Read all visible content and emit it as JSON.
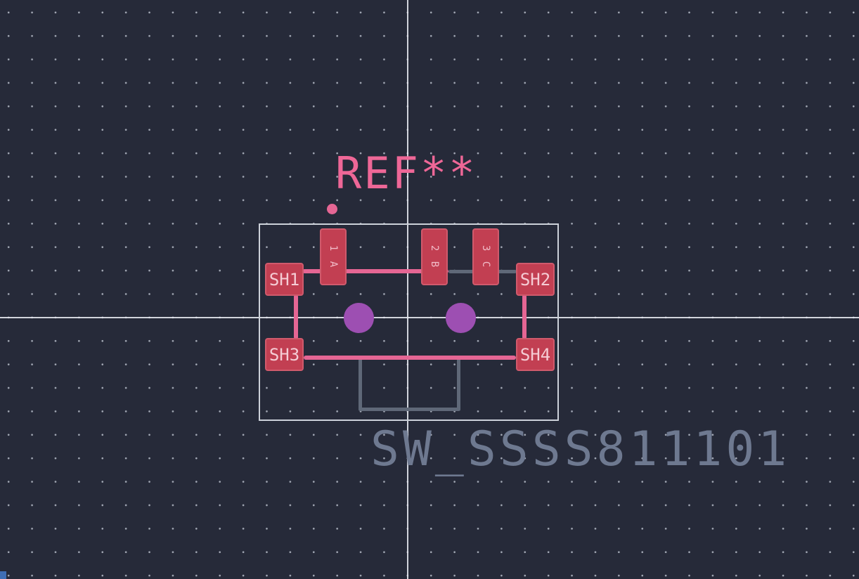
{
  "canvas": {
    "reference_text": "REF**",
    "value_text": "SW_SSSS811101"
  },
  "pads": {
    "top": [
      {
        "number": "1",
        "name": "A",
        "label": "1 A"
      },
      {
        "number": "2",
        "name": "B",
        "label": "2 B"
      },
      {
        "number": "3",
        "name": "C",
        "label": "3 C"
      }
    ],
    "shield": [
      {
        "label": "SH1"
      },
      {
        "label": "SH2"
      },
      {
        "label": "SH3"
      },
      {
        "label": "SH4"
      }
    ]
  },
  "colors": {
    "background": "#262a39",
    "grid_dot": "#bcc2ce",
    "axis": "#e4e7ee",
    "courtyard": "#ccd1d9",
    "pad_fill": "#c23f52",
    "pad_border": "#d05a6c",
    "pad_text": "#f5ccd4",
    "silkscreen_pink": "#e56694",
    "reference_text": "#ee6797",
    "fab_gray": "#5f6878",
    "value_text": "#6e7990",
    "hole_purple": "#9d4fb2",
    "corner_marker": "#3f6eb5"
  }
}
